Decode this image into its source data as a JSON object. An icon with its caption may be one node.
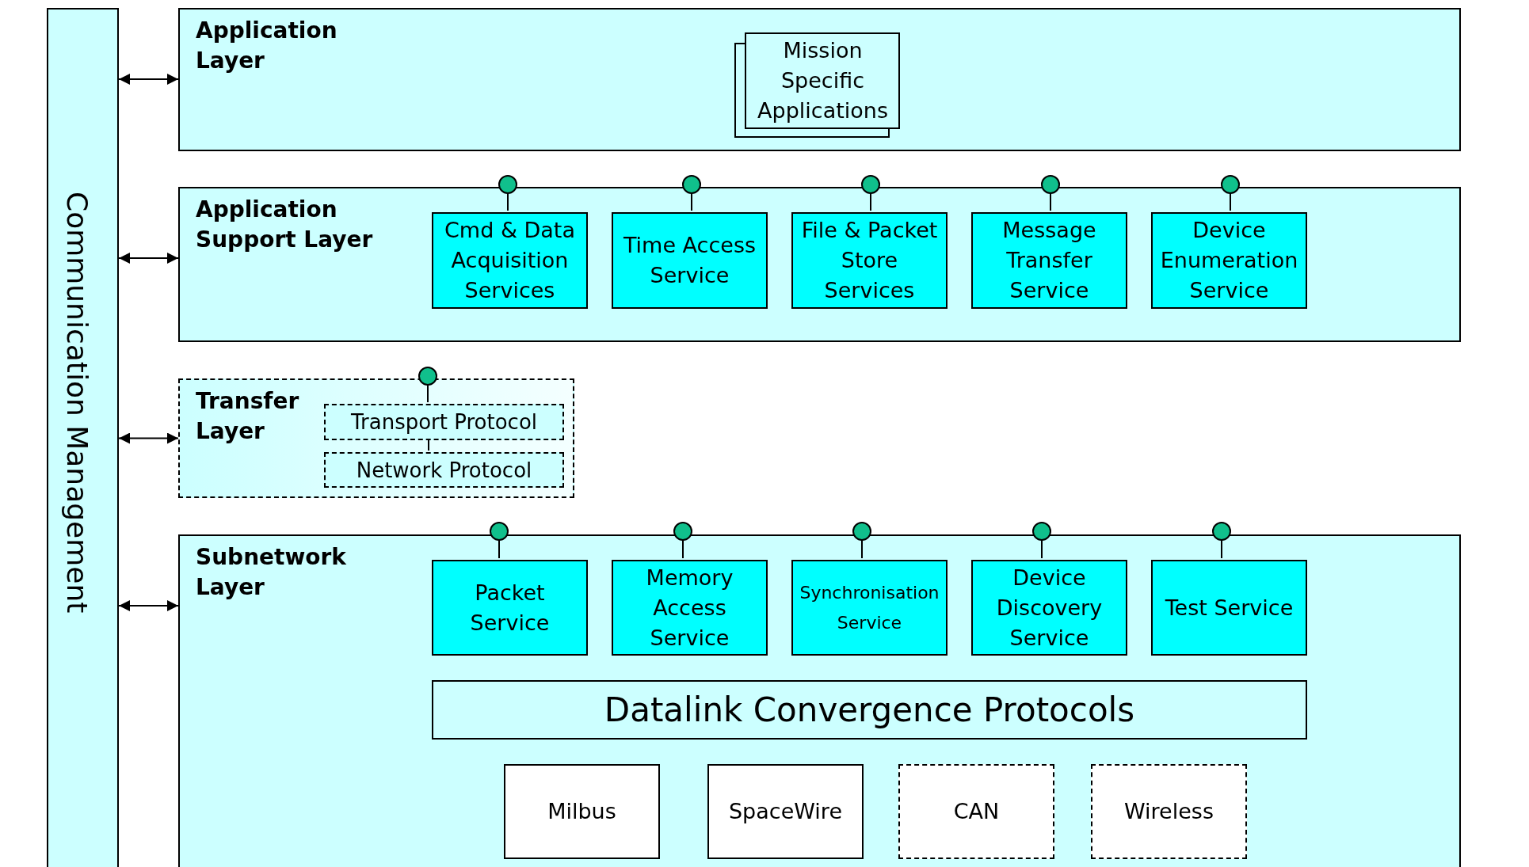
{
  "diagram": {
    "nodes": [
      {
        "text": [
          "Communication Management"
        ]
      },
      {
        "text": [
          "Application Layer"
        ]
      },
      {
        "text": [
          "Mission Specific Applications"
        ],
        "in": 1
      },
      {
        "text": [
          "Application Support Layer"
        ]
      },
      {
        "text": [
          "Cmd & Data Acquisition Services"
        ],
        "in": 3
      },
      {
        "text": [
          "Time Access Service"
        ],
        "in": 3
      },
      {
        "text": [
          "File & Packet Store Services"
        ],
        "in": 3
      },
      {
        "text": [
          "Message Transfer Service"
        ],
        "in": 3
      },
      {
        "text": [
          "Device Enumeration Service"
        ],
        "in": 3
      },
      {
        "text": [
          "Transfer Layer"
        ]
      },
      {
        "text": [
          "Transport Protocol"
        ],
        "in": 9
      },
      {
        "text": [
          "Network Protocol"
        ],
        "in": 9
      },
      {
        "text": [
          "Subnetwork Layer"
        ]
      },
      {
        "text": [
          "Packet Service"
        ],
        "in": 12
      },
      {
        "text": [
          "Memory Access Service"
        ],
        "in": 12
      },
      {
        "text": [
          "Synchronisation Service"
        ],
        "in": 12
      },
      {
        "text": [
          "Device Discovery Service"
        ],
        "in": 12
      },
      {
        "text": [
          "Test Service"
        ],
        "in": 12
      },
      {
        "text": [
          "Datalink Convergence Protocols"
        ],
        "in": 12
      },
      {
        "text": [
          "Milbus"
        ],
        "in": 12
      },
      {
        "text": [
          "SpaceWire"
        ],
        "in": 12
      },
      {
        "text": [
          "CAN"
        ],
        "in": 12
      },
      {
        "text": [
          "Wireless"
        ],
        "in": 12
      }
    ],
    "edges": [
      {
        "from": 0,
        "to": 1,
        "arrow": "both"
      },
      {
        "from": 0,
        "to": 3,
        "arrow": "both"
      },
      {
        "from": 0,
        "to": 9,
        "arrow": "both"
      },
      {
        "from": 0,
        "to": 12,
        "arrow": "both"
      },
      {
        "from": 10,
        "to": 11,
        "arrow": "none"
      }
    ]
  }
}
